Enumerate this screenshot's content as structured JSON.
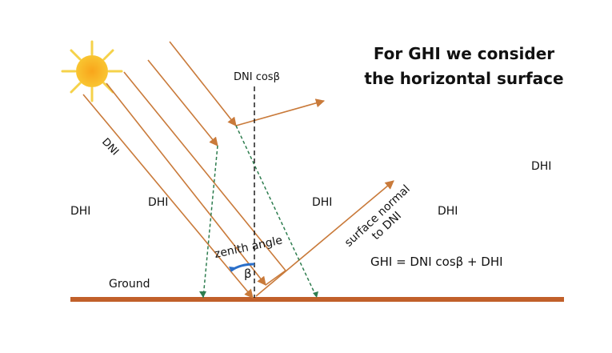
{
  "title_lines": [
    "For GHI we consider",
    "the horizontal surface"
  ],
  "labels": {
    "dni_cos_beta": "DNI cosβ",
    "dni": "DNI",
    "dhi": "DHI",
    "zenith_angle": "zenith angle",
    "beta": "β",
    "surface_normal_line1": "surface normal",
    "surface_normal_line2": "to DNI",
    "ground": "Ground",
    "equation": "GHI = DNI cosβ + DHI"
  },
  "colors": {
    "ray": "#c97a3a",
    "ground": "#c1602a",
    "projection": "#2e7d4f",
    "normal": "#111111",
    "arc": "#2a6fc9",
    "sun_core": "#f7b21a",
    "sun_rays": "#f5d24a"
  }
}
